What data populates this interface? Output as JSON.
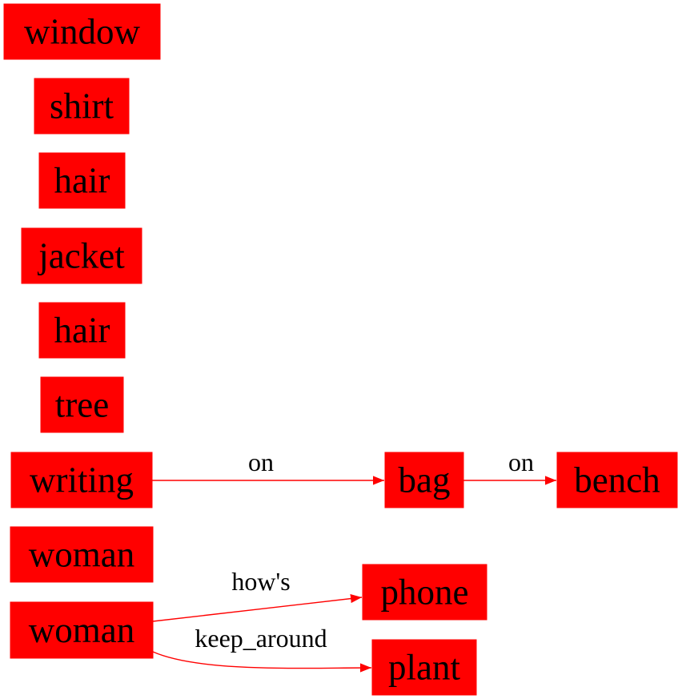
{
  "colors": {
    "node_fill": "#ff0000",
    "edge": "#ff0000",
    "text": "#000000"
  },
  "nodes": [
    {
      "id": "window",
      "label": "window"
    },
    {
      "id": "shirt",
      "label": "shirt"
    },
    {
      "id": "hair1",
      "label": "hair"
    },
    {
      "id": "jacket",
      "label": "jacket"
    },
    {
      "id": "hair2",
      "label": "hair"
    },
    {
      "id": "tree",
      "label": "tree"
    },
    {
      "id": "writing",
      "label": "writing"
    },
    {
      "id": "bag",
      "label": "bag"
    },
    {
      "id": "bench",
      "label": "bench"
    },
    {
      "id": "woman1",
      "label": "woman"
    },
    {
      "id": "woman2",
      "label": "woman"
    },
    {
      "id": "phone",
      "label": "phone"
    },
    {
      "id": "plant",
      "label": "plant"
    }
  ],
  "edges": [
    {
      "from": "writing",
      "to": "bag",
      "label": "on"
    },
    {
      "from": "bag",
      "to": "bench",
      "label": "on"
    },
    {
      "from": "woman2",
      "to": "phone",
      "label": "how's"
    },
    {
      "from": "woman2",
      "to": "plant",
      "label": "keep_around"
    }
  ]
}
